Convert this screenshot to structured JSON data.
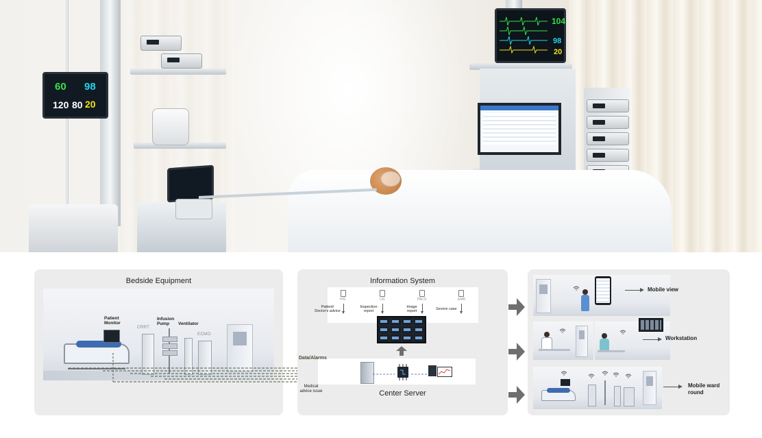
{
  "photo": {
    "monitor_small": {
      "hr": "60",
      "spo2": "98",
      "nibp_sys": "120",
      "nibp_dia": "80",
      "rr": "20"
    },
    "monitor_large": {
      "hr": "104",
      "spo2": "98",
      "rr": "20"
    }
  },
  "bedside": {
    "title": "Bedside Equipment",
    "devices": {
      "patient_monitor": "Patient\nMonitor",
      "crrt": "CRRT",
      "infusion_pump": "Infusion\nPump",
      "ventilator": "Ventilator",
      "ecmo": "ECMO"
    }
  },
  "info_system": {
    "title": "Information System",
    "systems": [
      {
        "name": "HIS",
        "desc": "Patient/\nDoctor's advice"
      },
      {
        "name": "LIS",
        "desc": "Inspection\nreport"
      },
      {
        "name": "PACS",
        "desc": "Image\nreport"
      },
      {
        "name": "EMR",
        "desc": "Severe case"
      }
    ],
    "center_server": "Center Server",
    "data_alarms": "Data/Alarms",
    "medical_advice": "Medical\nadvice issue"
  },
  "outputs": [
    {
      "label": "Mobile view"
    },
    {
      "label": "Workstation"
    },
    {
      "label": "Mobile ward\nround"
    }
  ],
  "colors": {
    "panel_bg": "#ececec",
    "arrow_gray": "#6f6f6f",
    "dashed_link": "#4c5a3e",
    "vital_green": "#36e04a",
    "vital_cyan": "#27d3e8",
    "vital_yellow": "#f2e21b"
  }
}
